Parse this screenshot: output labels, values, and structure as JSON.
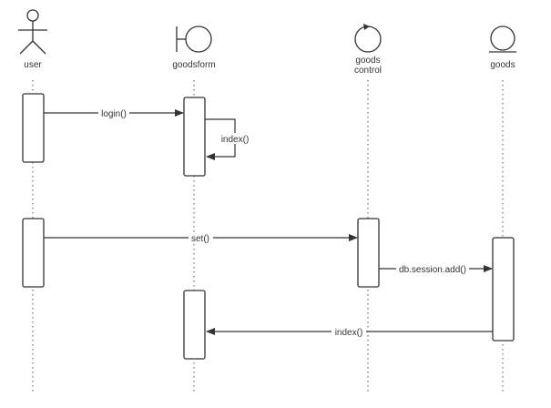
{
  "participants": [
    {
      "id": "user",
      "kind": "actor",
      "label_lines": [
        "user"
      ]
    },
    {
      "id": "goodsform",
      "kind": "boundary",
      "label_lines": [
        "goodsform"
      ]
    },
    {
      "id": "goodscontrol",
      "kind": "control",
      "label_lines": [
        "goods",
        "control"
      ]
    },
    {
      "id": "goods",
      "kind": "entity",
      "label_lines": [
        "goods"
      ]
    }
  ],
  "messages": [
    {
      "id": "m1",
      "label": "login()",
      "from": "user",
      "to": "goodsform"
    },
    {
      "id": "m2",
      "label": "index()",
      "from": "goodsform",
      "to": "goodsform"
    },
    {
      "id": "m3",
      "label": "set()",
      "from": "user",
      "to": "goodscontrol"
    },
    {
      "id": "m4",
      "label": "db.session.add()",
      "from": "goodscontrol",
      "to": "goods"
    },
    {
      "id": "m5",
      "label": "index()",
      "from": "goods",
      "to": "goodsform"
    }
  ],
  "colors": {
    "stroke": "#333333",
    "background": "#ffffff"
  }
}
